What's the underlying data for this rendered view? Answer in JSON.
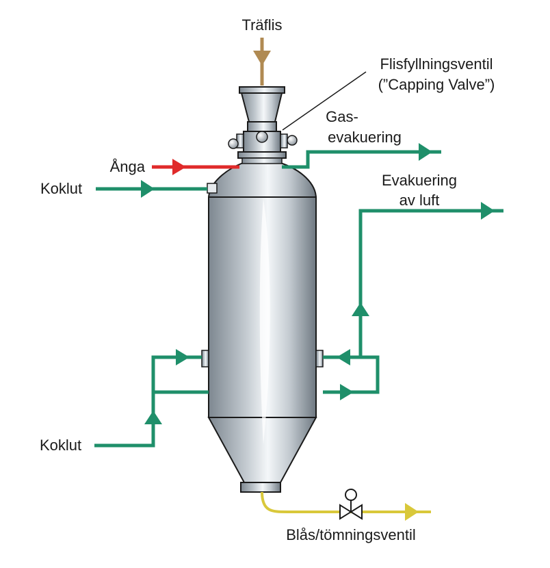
{
  "labels": {
    "wood_chips": "Träflis",
    "capping_valve_line1": "Flisfyllningsventil",
    "capping_valve_line2": "(”Capping Valve”)",
    "gas_line1": "Gas-",
    "gas_line2": "evakuering",
    "steam": "Ånga",
    "liquor_top": "Koklut",
    "air_line1": "Evakuering",
    "air_line2": "av luft",
    "liquor_bottom": "Koklut",
    "blow_valve": "Blås/tömningsventil"
  },
  "colors": {
    "chips": "#b08a52",
    "steam": "#e02a2a",
    "liquor": "#1f8f6a",
    "blow": "#d9c83a",
    "steel_dark": "#7d8790",
    "steel_light": "#f2f5f7",
    "outline": "#1a1a1a"
  }
}
